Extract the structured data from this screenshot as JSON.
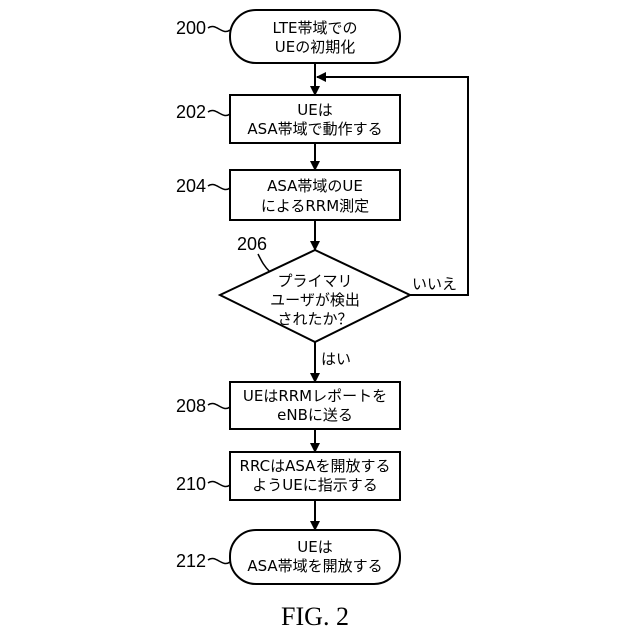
{
  "figure_caption": "FIG. 2",
  "steps": [
    {
      "ref": "200",
      "lines": [
        "LTE帯域での",
        "UEの初期化"
      ]
    },
    {
      "ref": "202",
      "lines": [
        "UEは",
        "ASA帯域で動作する"
      ]
    },
    {
      "ref": "204",
      "lines": [
        "ASA帯域のUE",
        "によるRRM測定"
      ]
    },
    {
      "ref": "206",
      "lines": [
        "プライマリ",
        "ユーザが検出",
        "されたか？"
      ]
    },
    {
      "ref": "208",
      "lines": [
        "UEはRRMレポートを",
        "eNBに送る"
      ]
    },
    {
      "ref": "210",
      "lines": [
        "RRCはASAを開放する",
        "ようUEに指示する"
      ]
    },
    {
      "ref": "212",
      "lines": [
        "UEは",
        "ASA帯域を開放する"
      ]
    }
  ],
  "branches": {
    "no": "いいえ",
    "yes": "はい"
  }
}
